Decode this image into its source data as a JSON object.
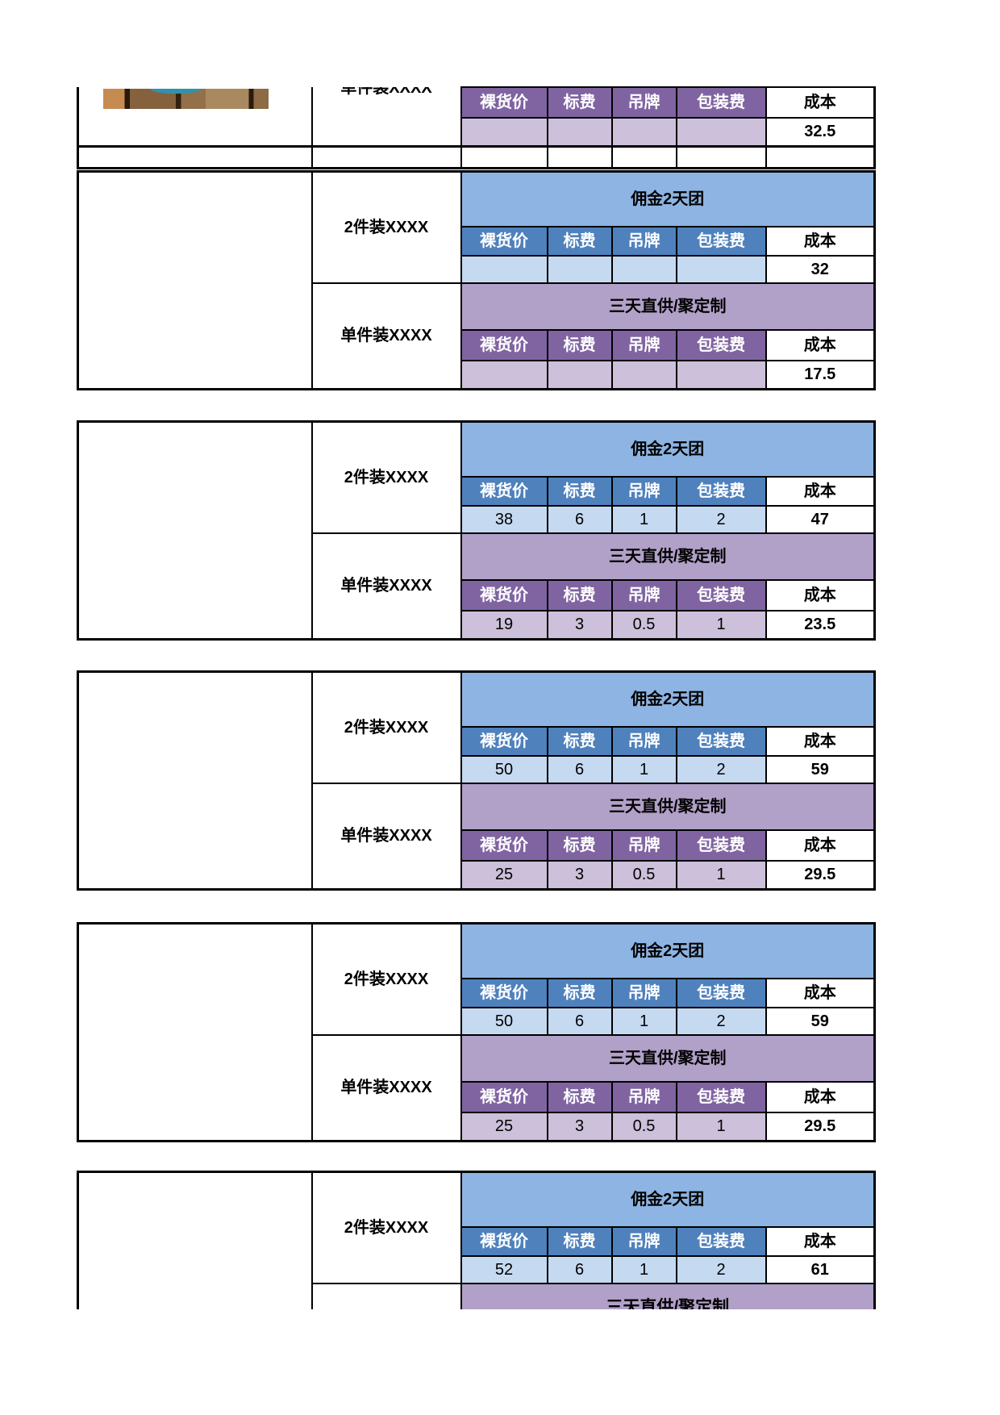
{
  "sheet": {
    "column_headers": [
      "裸货价",
      "标费",
      "吊牌",
      "包装费"
    ],
    "cost_header": "成本",
    "blue_title": "佣金2天团",
    "purple_title": "三天直供/聚定制",
    "label_two_pack": "2件装XXXX",
    "label_single_pack": "单件装XXXX"
  },
  "colors": {
    "blue_header": "#8db4e2",
    "blue_subheader": "#4f81bd",
    "blue_value": "#c5d9f1",
    "purple_header": "#b1a0c7",
    "purple_subheader": "#8064a2",
    "purple_value": "#ccc0da",
    "border": "#000000",
    "background": "#ffffff"
  },
  "icons": {
    "photo_fragment": "product-photo-fragment"
  },
  "blocks": {
    "b1": {
      "label": "单件装XXXX",
      "purple_values": [
        "",
        "",
        "",
        ""
      ],
      "purple_cost": "32.5"
    },
    "b2": {
      "label_top": "2件装XXXX",
      "label_bottom": "单件装XXXX",
      "blue_values": [
        "",
        "",
        "",
        ""
      ],
      "blue_cost": "32",
      "purple_values": [
        "",
        "",
        "",
        ""
      ],
      "purple_cost": "17.5"
    },
    "b3": {
      "label_top": "2件装XXXX",
      "label_bottom": "单件装XXXX",
      "blue_values": [
        "38",
        "6",
        "1",
        "2"
      ],
      "blue_cost": "47",
      "purple_values": [
        "19",
        "3",
        "0.5",
        "1"
      ],
      "purple_cost": "23.5"
    },
    "b4": {
      "label_top": "2件装XXXX",
      "label_bottom": "单件装XXXX",
      "blue_values": [
        "50",
        "6",
        "1",
        "2"
      ],
      "blue_cost": "59",
      "purple_values": [
        "25",
        "3",
        "0.5",
        "1"
      ],
      "purple_cost": "29.5"
    },
    "b5": {
      "label_top": "2件装XXXX",
      "label_bottom": "单件装XXXX",
      "blue_values": [
        "50",
        "6",
        "1",
        "2"
      ],
      "blue_cost": "59",
      "purple_values": [
        "25",
        "3",
        "0.5",
        "1"
      ],
      "purple_cost": "29.5"
    },
    "b6": {
      "label_top": "2件装XXXX",
      "blue_values": [
        "52",
        "6",
        "1",
        "2"
      ],
      "blue_cost": "61"
    }
  }
}
